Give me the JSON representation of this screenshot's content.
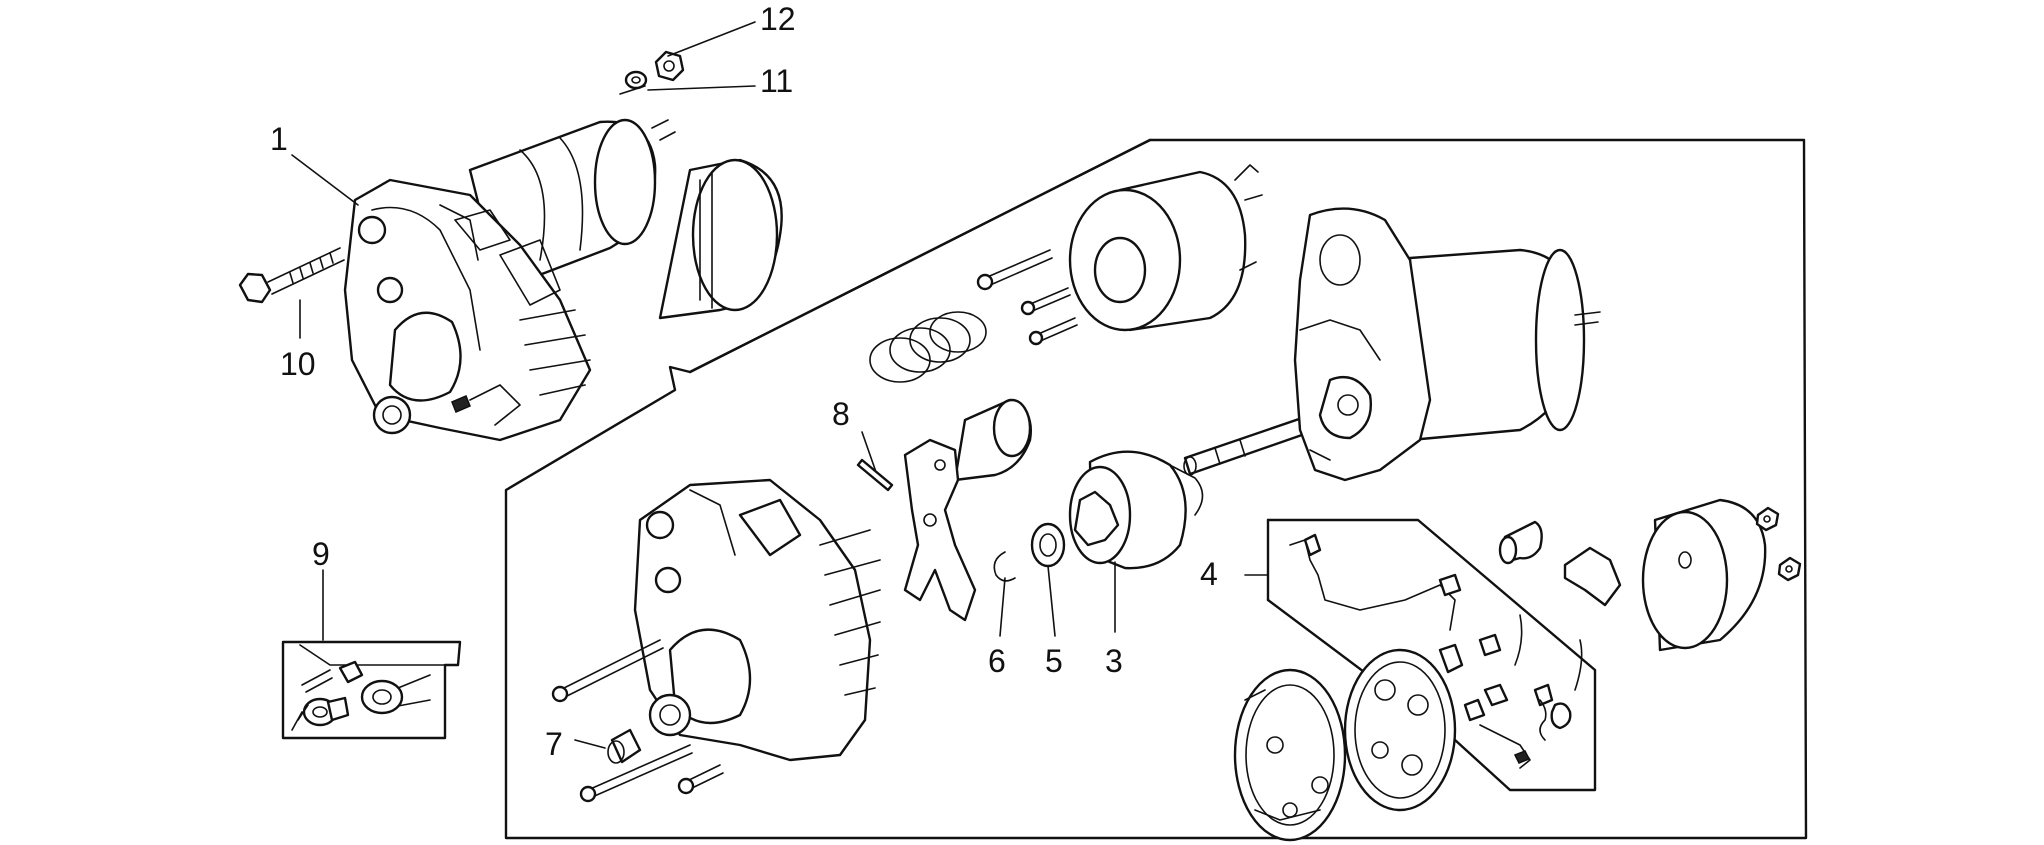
{
  "callouts": [
    {
      "id": "1",
      "text": "1"
    },
    {
      "id": "3",
      "text": "3"
    },
    {
      "id": "4",
      "text": "4"
    },
    {
      "id": "5",
      "text": "5"
    },
    {
      "id": "6",
      "text": "6"
    },
    {
      "id": "7",
      "text": "7"
    },
    {
      "id": "8",
      "text": "8"
    },
    {
      "id": "9",
      "text": "9"
    },
    {
      "id": "10",
      "text": "10"
    },
    {
      "id": "11",
      "text": "11"
    },
    {
      "id": "12",
      "text": "12"
    }
  ]
}
